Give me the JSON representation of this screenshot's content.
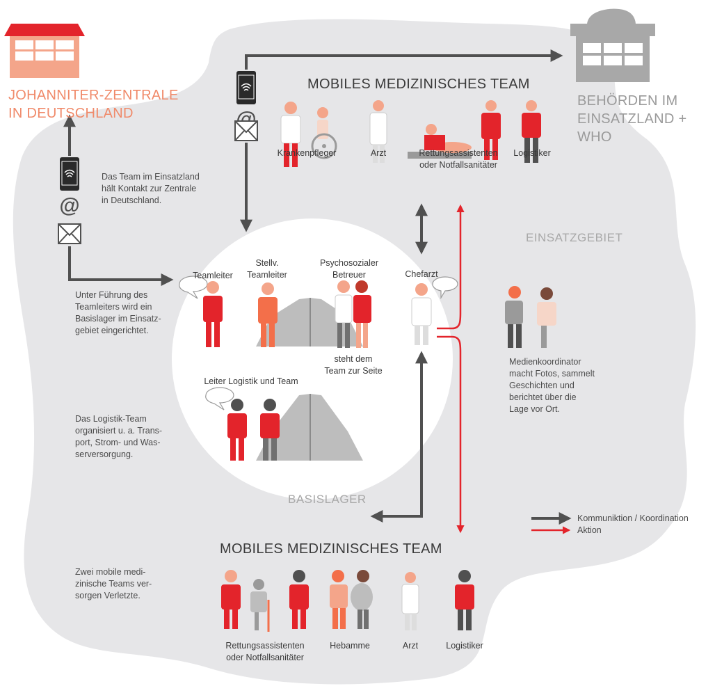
{
  "colors": {
    "accent_red": "#e3242b",
    "light_red": "#f4a58a",
    "dark_gray": "#505050",
    "blob_gray": "#e6e6e8",
    "arrow_gray": "#505050",
    "building_gray": "#a8a8a8"
  },
  "hq": {
    "title": "JOHANNITER-ZENTRALE\nIN DEUTSCHLAND",
    "icon": "building-red-icon"
  },
  "authorities": {
    "title": "BEHÖRDEN IM\nEINSATZLAND + WHO",
    "icon": "building-gray-icon"
  },
  "zones": {
    "field": "EINSATZGEBIET",
    "base": "BASISLAGER"
  },
  "notes": {
    "contact": "Das Team im Einsatzland\nhält Kontakt zur Zentrale\nin Deutschland.",
    "leadership": "Unter Führung des\nTeamleiters wird ein\nBasislager im Einsatz-\ngebiet eingerichtet.",
    "logistics": "Das Logistik-Team\norganisiert u. a. Trans-\nport, Strom- und Was-\nserversorgung.",
    "teams": "Zwei mobile medi-\nzinische Teams ver-\nsorgen Verletzte.",
    "media": "Medienkoordinator\nmacht Fotos, sammelt\nGeschichten und\nberichtet über die\nLage vor Ort."
  },
  "top_team": {
    "title": "MOBILES MEDIZINISCHES TEAM",
    "roles": [
      "Krankenpfleger",
      "Arzt",
      "Rettungsassistenten\noder Notfallsanitäter",
      "Logistiker"
    ]
  },
  "base_camp": {
    "roles": [
      "Teamleiter",
      "Stellv.\nTeamleiter",
      "Psychosozialer\nBetreuer",
      "Chefarzt",
      "Leiter Logistik und Team"
    ],
    "support_note": "steht dem\nTeam zur Seite"
  },
  "bottom_team": {
    "title": "MOBILES MEDIZINISCHES TEAM",
    "roles": [
      "Rettungsassistenten\noder Notfallsanitäter",
      "Hebamme",
      "Arzt",
      "Logistiker"
    ]
  },
  "legend": {
    "items": [
      {
        "label": "Kommuniktion / Koordination",
        "color": "#505050"
      },
      {
        "label": "Aktion",
        "color": "#e3242b"
      }
    ]
  },
  "comm_icons": [
    "smartphone-icon",
    "at-sign-icon",
    "envelope-icon"
  ]
}
